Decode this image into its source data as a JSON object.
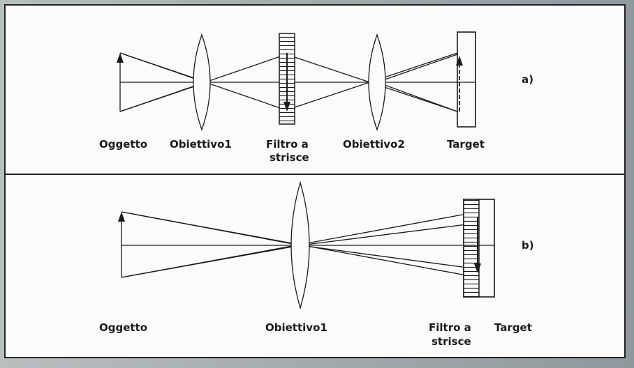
{
  "panel_a": {
    "tag": "a)",
    "labels": {
      "object": "Oggetto",
      "lens1": "Obiettivo1",
      "filter_line1": "Filtro a",
      "filter_line2": "strisce",
      "lens2": "Obiettivo2",
      "target": "Target"
    }
  },
  "panel_b": {
    "tag": "b)",
    "labels": {
      "object": "Oggetto",
      "lens": "Obiettivo1",
      "filter_line1": "Filtro a",
      "filter_line2": "strisce",
      "target": "Target"
    }
  },
  "colors": {
    "ink": "#1a1a1a",
    "paper": "#fbfbf9"
  }
}
